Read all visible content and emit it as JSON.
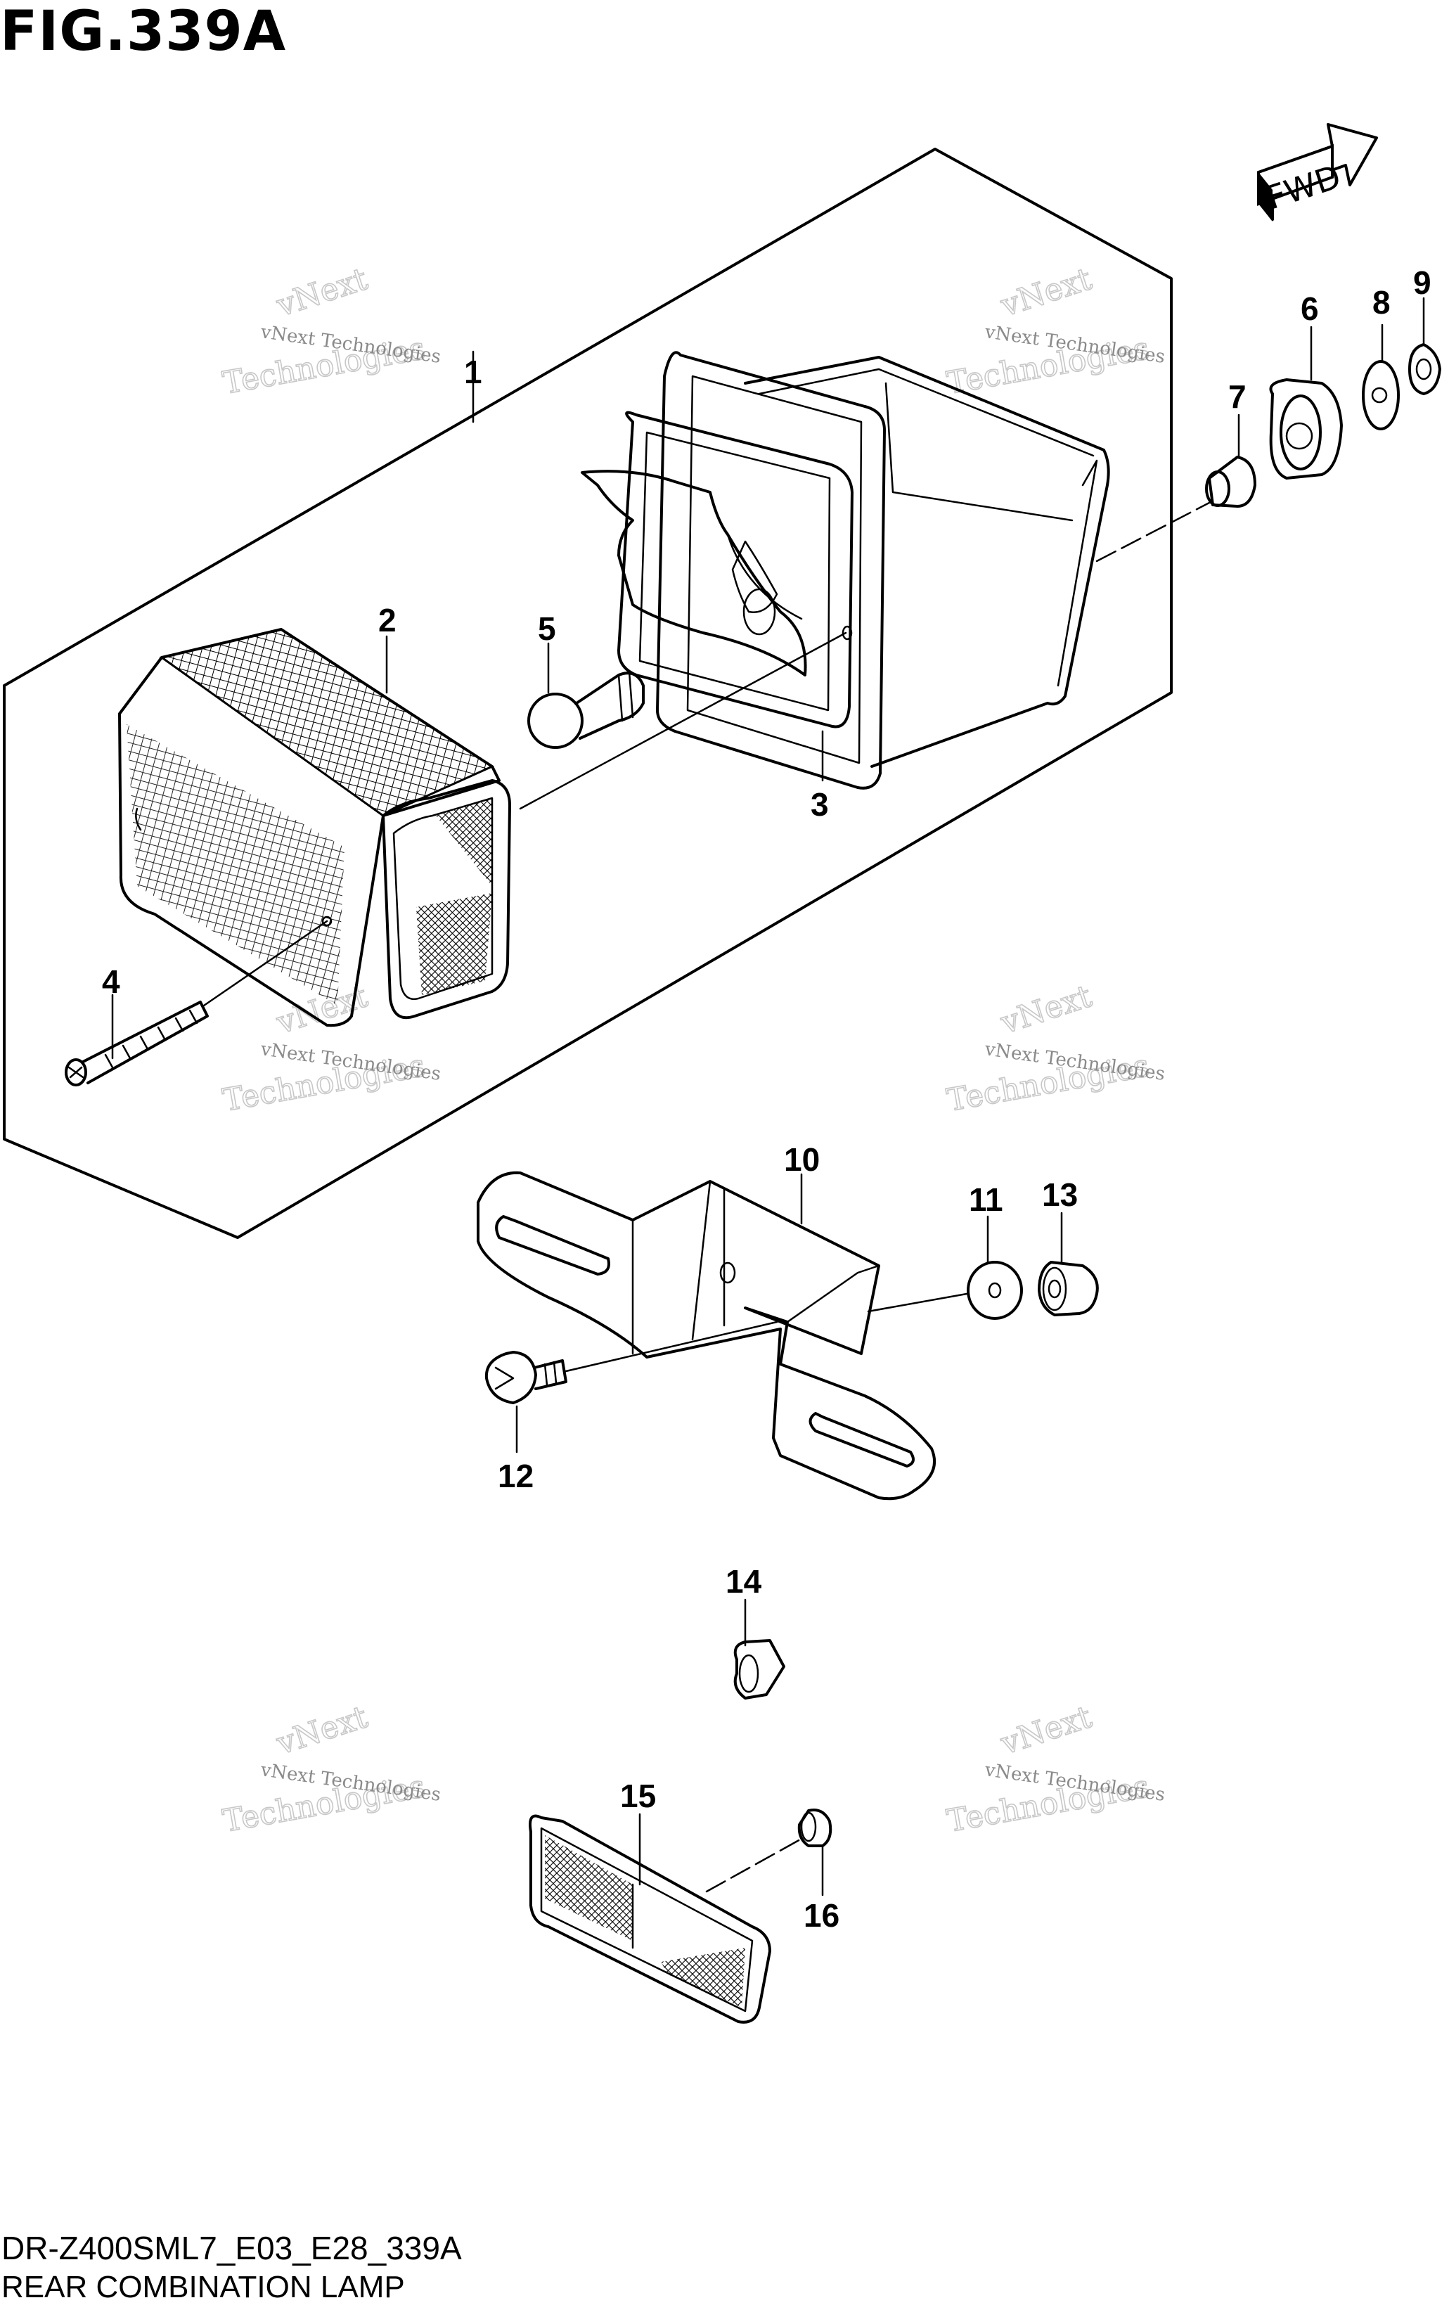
{
  "figure_title": "FIG.339A",
  "footer": {
    "model_code": "DR-Z400SML7_E03_E28_339A",
    "section_name": "REAR COMBINATION LAMP"
  },
  "fwd_label": "FWD",
  "watermark": {
    "line1": "vNext Technologies",
    "line2": "vNext",
    "line3": "Technologies"
  },
  "callouts": [
    {
      "id": "1",
      "label": "1"
    },
    {
      "id": "2",
      "label": "2"
    },
    {
      "id": "3",
      "label": "3"
    },
    {
      "id": "4",
      "label": "4"
    },
    {
      "id": "5",
      "label": "5"
    },
    {
      "id": "6",
      "label": "6"
    },
    {
      "id": "7",
      "label": "7"
    },
    {
      "id": "8",
      "label": "8"
    },
    {
      "id": "9",
      "label": "9"
    },
    {
      "id": "10",
      "label": "10"
    },
    {
      "id": "11",
      "label": "11"
    },
    {
      "id": "12",
      "label": "12"
    },
    {
      "id": "13",
      "label": "13"
    },
    {
      "id": "14",
      "label": "14"
    },
    {
      "id": "15",
      "label": "15"
    },
    {
      "id": "16",
      "label": "16"
    }
  ]
}
